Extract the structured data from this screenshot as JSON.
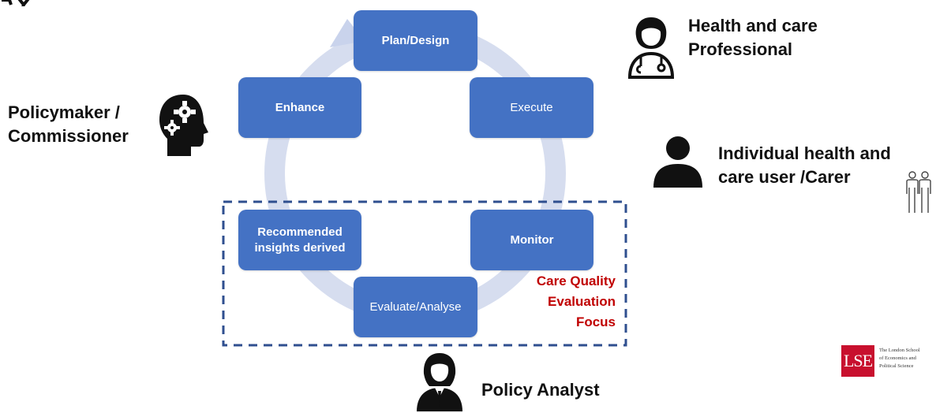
{
  "cycle": {
    "steps": [
      {
        "id": "plan",
        "label": "Plan/Design"
      },
      {
        "id": "execute",
        "label": "Execute"
      },
      {
        "id": "monitor",
        "label": "Monitor"
      },
      {
        "id": "evaluate",
        "label": "Evaluate/Analyse"
      },
      {
        "id": "insights",
        "label": "Recommended insights derived"
      },
      {
        "id": "enhance",
        "label": "Enhance"
      }
    ]
  },
  "focus": {
    "line1": "Care Quality",
    "line2": "Evaluation",
    "line3": "Focus"
  },
  "roles": {
    "health_professional": "Health and care Professional",
    "policymaker": "Policymaker / Commissioner",
    "individual_user": "Individual health and care user /Carer",
    "policy_analyst": "Policy Analyst"
  },
  "logo": {
    "mark": "LSE",
    "text_line1": "The London School",
    "text_line2": "of Economics and",
    "text_line3": "Political Science"
  },
  "colors": {
    "box_fill": "#4472c4",
    "cycle_ring": "#d6ddef",
    "focus_border": "#2f4f8f",
    "focus_text": "#c00000",
    "logo_red": "#c8102e"
  },
  "icons": [
    "doctor-icon",
    "head-gears-icon",
    "person-icon",
    "two-people-icon",
    "analyst-icon",
    "lse-logo"
  ]
}
